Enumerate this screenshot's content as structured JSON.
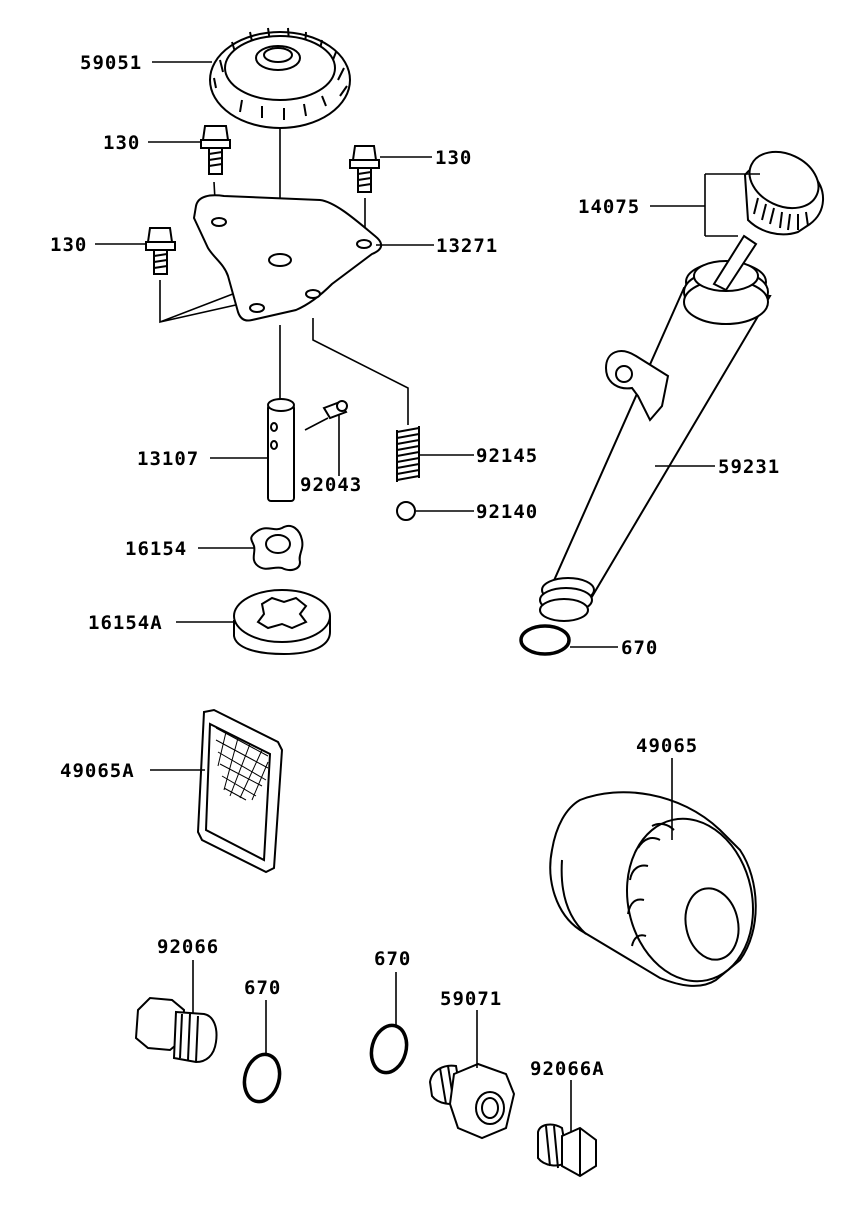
{
  "labels": {
    "gear": "59051",
    "bolt_top": "130",
    "bolt_right": "130",
    "bolt_left": "130",
    "cover": "13271",
    "dipstick_cap": "14075",
    "dipstick_tube": "59231",
    "shaft": "13107",
    "pin": "92043",
    "spring": "92145",
    "ball": "92140",
    "inner_rotor": "16154",
    "outer_rotor": "16154A",
    "tube_oring": "670",
    "strainer": "49065A",
    "oil_filter": "49065",
    "plug_left": "92066",
    "oring_left": "670",
    "oring_center": "670",
    "fitting": "59071",
    "plug_right": "92066A"
  }
}
